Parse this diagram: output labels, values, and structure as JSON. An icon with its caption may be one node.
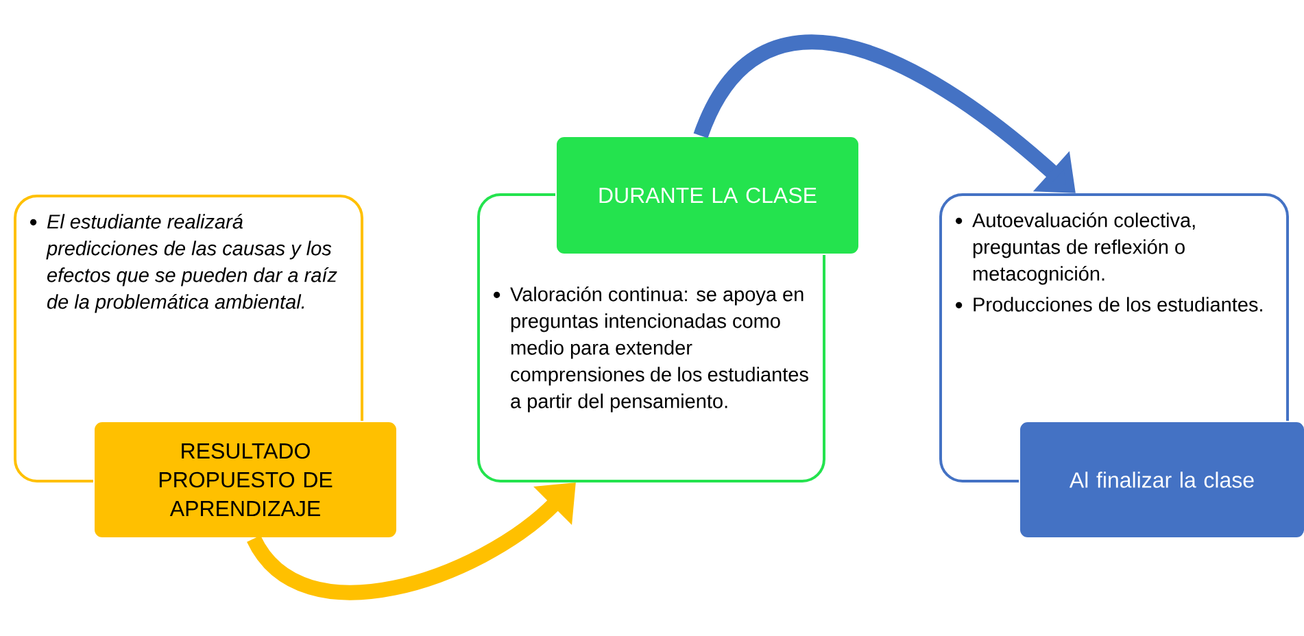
{
  "diagram": {
    "nodes": [
      {
        "text": [
          "El estudiante realizará predicciones de las causas y los efectos que se pueden dar a raíz de la problemática ambiental."
        ]
      },
      {
        "text": [
          "RESULTADO PROPUESTO DE APRENDIZAJE"
        ]
      },
      {
        "text": [
          "DURANTE LA CLASE"
        ]
      },
      {
        "text": [
          "Valoración continua: se apoya en preguntas intencionadas como medio para extender comprensiones de los estudiantes a partir del pensamiento."
        ]
      },
      {
        "text": [
          "Autoevaluación colectiva, preguntas de reflexión o metacognición.",
          "Producciones de los estudiantes."
        ]
      },
      {
        "text": [
          "Al finalizar la clase"
        ]
      }
    ],
    "edges": [
      {
        "from": 1,
        "to": 3,
        "arrow": "to",
        "color": "#ffc000"
      },
      {
        "from": 2,
        "to": 4,
        "arrow": "to",
        "color": "#4472c4"
      }
    ]
  }
}
